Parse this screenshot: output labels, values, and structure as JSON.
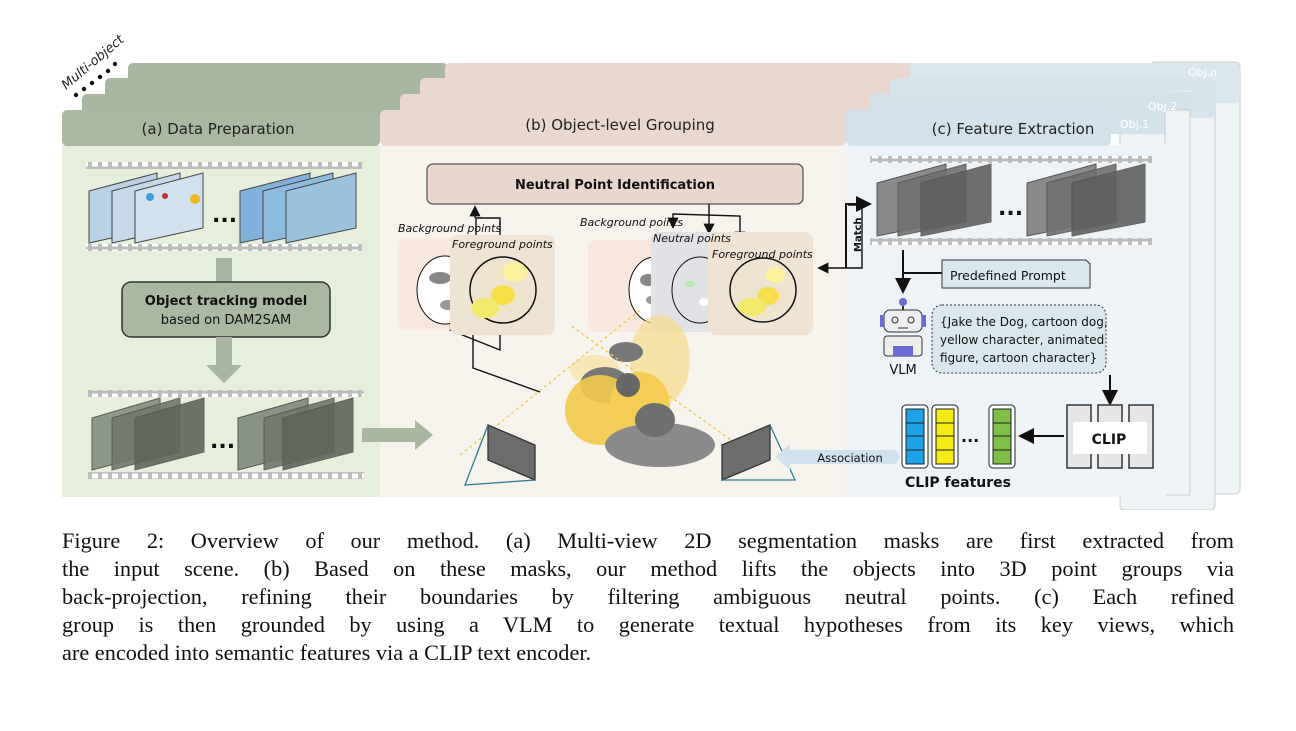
{
  "figure": {
    "multi_object_label": "Multi-object",
    "panels": {
      "a": {
        "title": "(a) Data Preparation",
        "tracking_box_line1": "Object tracking model",
        "tracking_box_line2": "based on DAM2SAM",
        "ellipsis": "..."
      },
      "b": {
        "title": "(b) Object-level Grouping",
        "neutral_box": "Neutral Point Identification",
        "left_bg": "Background points",
        "left_fg": "Foreground points",
        "right_bg": "Background points",
        "right_neutral": "Neutral points",
        "right_fg": "Foreground points"
      },
      "c": {
        "title": "(c) Feature Extraction",
        "obj_labels": [
          "Obj.1",
          "Obj.2",
          "......",
          "Obj.n"
        ],
        "match_label": "Match",
        "prompt": "Predefined Prompt",
        "vlm_label": "VLM",
        "hypotheses_line1": "{Jake the Dog, cartoon dog,",
        "hypotheses_line2": "yellow character, animated",
        "hypotheses_line3": "figure, cartoon character}",
        "clip_label": "CLIP",
        "clip_features_label": "CLIP features",
        "association_label": "Association",
        "ellipsis": "..."
      }
    },
    "colors": {
      "a_header": "#aab8a2",
      "a_body": "#e5efdc",
      "b_header": "#ead7cf",
      "b_body": "#f6f3ec",
      "c_header": "#d3e2ea",
      "c_body": "#edf3f7",
      "feature_blue": "#1aa3e8",
      "feature_yellow": "#f7ea10",
      "feature_green": "#7cc04a"
    }
  },
  "caption": {
    "lines": [
      "Figure 2: Overview of our method. (a) Multi-view 2D segmentation masks are first extracted from",
      "the input scene. (b) Based on these masks, our method lifts the objects into 3D point groups via",
      "back-projection, refining their boundaries by filtering ambiguous neutral points. (c) Each refined",
      "group is then grounded by using a VLM to generate textual hypotheses from its key views, which",
      "are encoded into semantic features via a CLIP text encoder."
    ]
  }
}
